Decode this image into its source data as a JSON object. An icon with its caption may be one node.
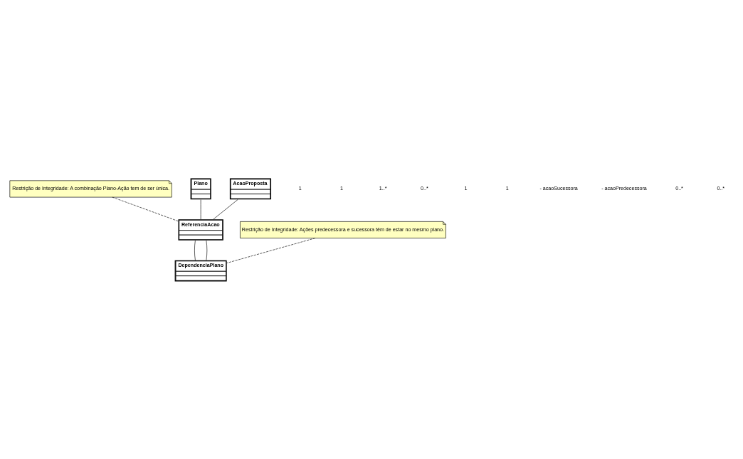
{
  "diagram": {
    "nodes": [
      {
        "text": [
          "Restrição de Integridade: A combinação Plano-Ação tem de ser única."
        ]
      },
      {
        "text": [
          "Plano"
        ]
      },
      {
        "text": [
          "AcaoProposta"
        ]
      },
      {
        "text": [
          "ReferenciaAcao"
        ]
      },
      {
        "text": [
          "Restrição de Integridade: Ações predecessora e sucessora têm de estar no mesmo plano."
        ]
      },
      {
        "text": [
          "DependenciaPlano"
        ]
      }
    ],
    "edges": [
      {
        "from": 1,
        "to": 3,
        "arrow": "none"
      },
      {
        "from": 2,
        "to": 3,
        "arrow": "none"
      },
      {
        "from": 0,
        "to": 3,
        "arrow": "none",
        "style": "dashed"
      },
      {
        "from": 3,
        "to": 5,
        "arrow": "none"
      },
      {
        "from": 3,
        "to": 5,
        "arrow": "none"
      },
      {
        "from": 4,
        "to": 5,
        "arrow": "none",
        "style": "dashed"
      }
    ],
    "labels": [
      "1",
      "1",
      "1..*",
      "0..*",
      "1",
      "1",
      "- acaoSucessora",
      "- acaoPredecessora",
      "0..*",
      "0..*"
    ]
  }
}
